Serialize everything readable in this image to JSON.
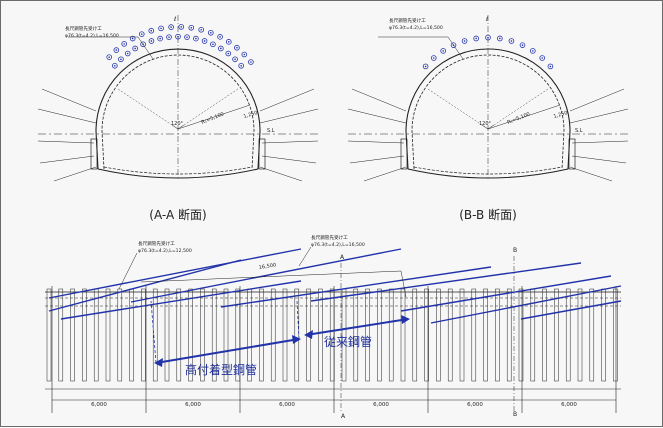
{
  "centerline_marks": [
    "ℓ",
    "ℓ",
    "A",
    "B"
  ],
  "section_aa": {
    "caption": "(A-A 断面)",
    "note_title": "長尺鋼管先受け工",
    "note_spec": "φ76.3(t=4.2),L=16,500",
    "angle_label": "120°",
    "radius_label": "R₁=5,100",
    "dim_label": "1,250",
    "sl_label": "S.L"
  },
  "section_bb": {
    "caption": "(B-B 断面)",
    "note_title": "長尺鋼管先受け工",
    "note_spec": "φ76.3(t=4.2),L=16,500",
    "angle_label": "120°",
    "radius_label": "R₁=5,100",
    "dim_label": "1,250",
    "sl_label": "S.L"
  },
  "profile": {
    "note1_title": "長尺鋼管先受け工",
    "note1_spec": "φ76.3(t=4.2),L=12,500",
    "note2_title": "長尺鋼管先受け工",
    "note2_spec": "φ76.3(t=4.2),L=16,500",
    "length_label": "16,500",
    "label_high": "高付着型鋼管",
    "label_conventional": "従来鋼管",
    "spans": [
      "6,000",
      "6,000",
      "6,000",
      "6,000",
      "6,000",
      "6,000"
    ]
  },
  "colors": {
    "pipe": "#2233aa",
    "line": "#222222",
    "accent_label": "#1f2f9a"
  }
}
